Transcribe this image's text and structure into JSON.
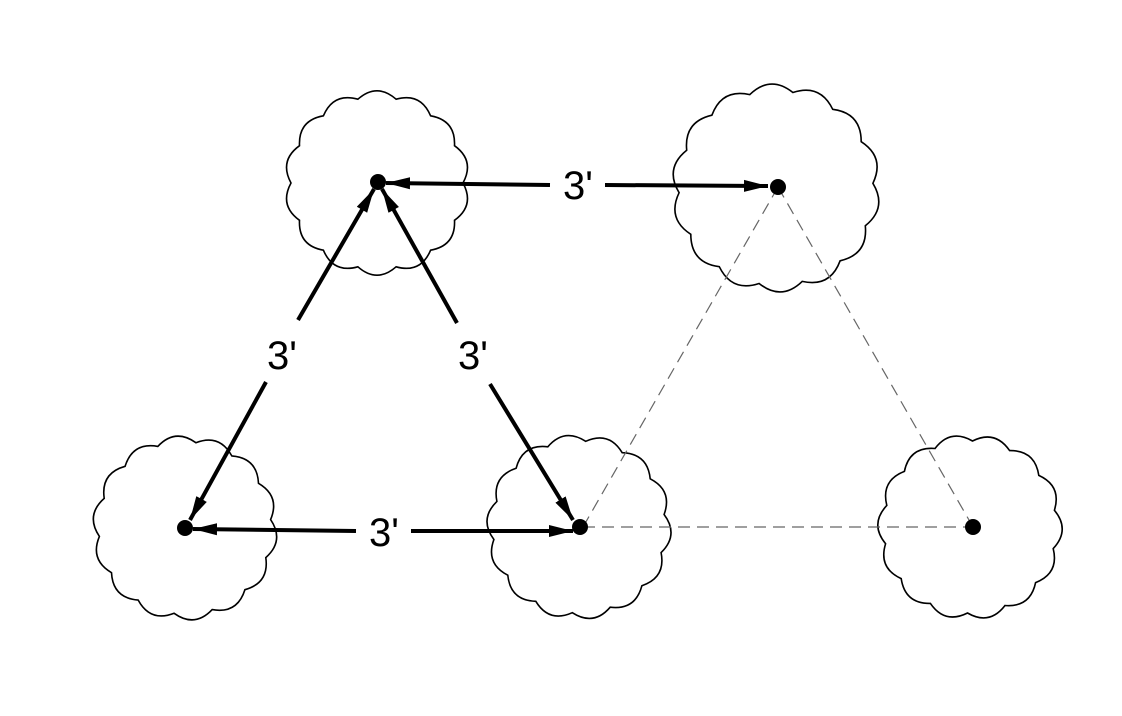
{
  "diagram": {
    "labels": {
      "top_spacing": "3'",
      "left_spacing": "3'",
      "right_spacing": "3'",
      "bottom_spacing": "3'"
    },
    "plants": [
      {
        "id": "plant-top-left"
      },
      {
        "id": "plant-top-right"
      },
      {
        "id": "plant-bottom-left"
      },
      {
        "id": "plant-bottom-middle"
      },
      {
        "id": "plant-bottom-right"
      }
    ],
    "colors": {
      "line": "#000000",
      "guide": "#666666",
      "background": "#ffffff"
    }
  }
}
